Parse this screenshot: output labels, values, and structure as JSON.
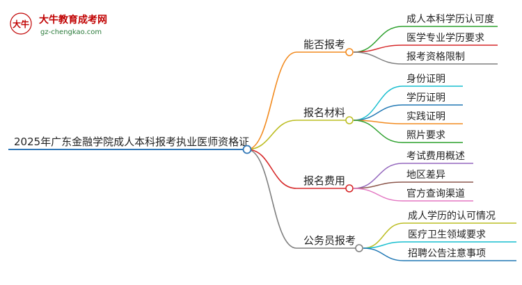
{
  "logo": {
    "site_name": "大牛教育成考网",
    "url": "gz-chengkao.com",
    "mark_text": "大牛"
  },
  "root": {
    "label": "2025年广东金融学院成人本科报考执业医师资格证",
    "color": "#2e75b6"
  },
  "branches": [
    {
      "label": "能否报考",
      "color": "#f28a1e",
      "children": [
        {
          "label": "成人本科学历认可度",
          "color": "#2ca02c"
        },
        {
          "label": "医学专业学历要求",
          "color": "#d62728"
        },
        {
          "label": "报考资格限制",
          "color": "#7f7f7f"
        }
      ]
    },
    {
      "label": "报名材料",
      "color": "#bcbd22",
      "children": [
        {
          "label": "身份证明",
          "color": "#17becf"
        },
        {
          "label": "学历证明",
          "color": "#1f77b4"
        },
        {
          "label": "实践证明",
          "color": "#f28a1e"
        },
        {
          "label": "照片要求",
          "color": "#2ca02c"
        }
      ]
    },
    {
      "label": "报名费用",
      "color": "#d62728",
      "children": [
        {
          "label": "考试费用概述",
          "color": "#9467bd"
        },
        {
          "label": "地区差异",
          "color": "#8c564b"
        },
        {
          "label": "官方查询渠道",
          "color": "#e377c2"
        }
      ]
    },
    {
      "label": "公务员报考",
      "color": "#7f7f7f",
      "children": [
        {
          "label": "成人学历的认可情况",
          "color": "#bcbd22"
        },
        {
          "label": "医疗卫生领域要求",
          "color": "#17becf"
        },
        {
          "label": "招聘公告注意事项",
          "color": "#1f77b4"
        }
      ]
    }
  ]
}
